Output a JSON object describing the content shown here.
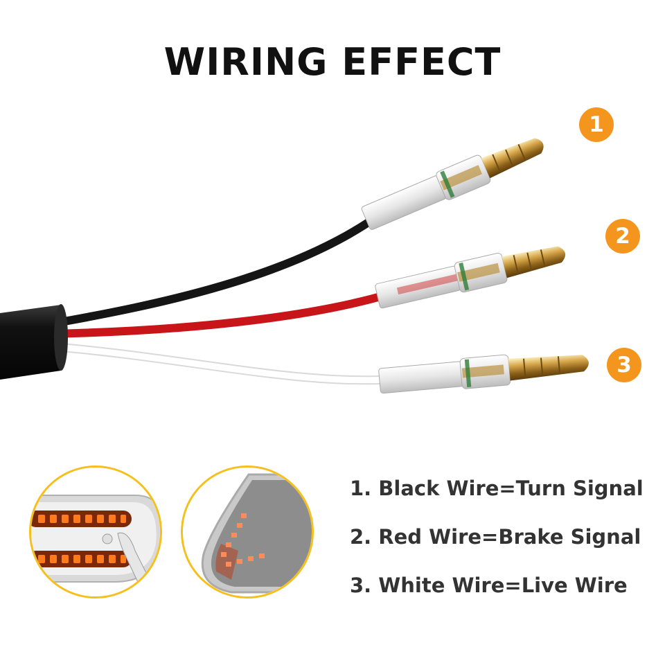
{
  "title": "WIRING EFFECT",
  "colors": {
    "badge": "#f4961e",
    "circle_border": "#f7bf1b",
    "led": "#ff6a10",
    "black_wire": "#151515",
    "red_wire": "#c8151a",
    "white_wire": "#f2f2f2"
  },
  "badges": [
    "1",
    "2",
    "3"
  ],
  "legend": [
    "1. Black Wire=Turn Signal",
    "2. Red Wire=Brake Signal",
    "3. White Wire=Live Wire"
  ]
}
